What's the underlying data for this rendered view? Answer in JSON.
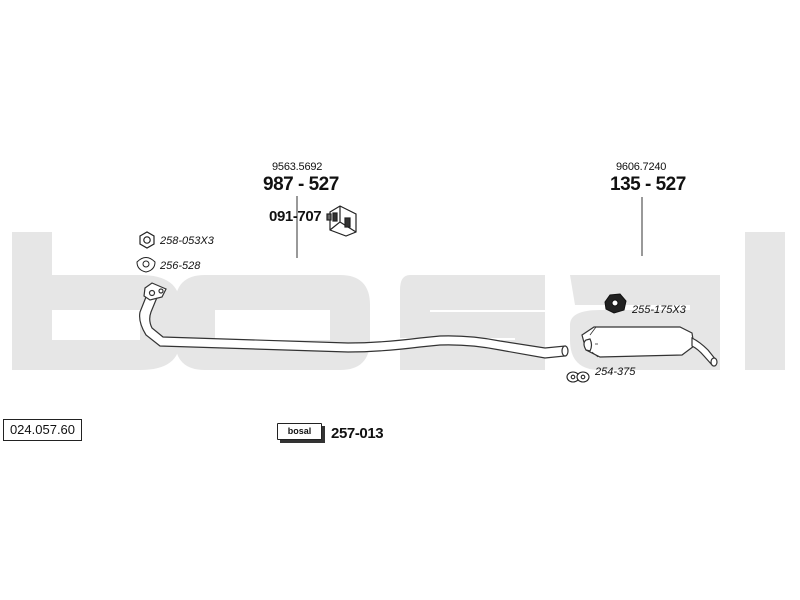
{
  "diagram_code": "024.057.60",
  "brand_watermark": "bosal",
  "badge_text": "bosal",
  "parts": {
    "middle_ref": "9563.5692",
    "middle_part": "987 - 527",
    "middle_bracket": "091-707",
    "rear_ref": "9606.7240",
    "rear_part": "135 - 527",
    "nut_front": "258-053X3",
    "gasket_front": "256-528",
    "nut_rear": "255-175X3",
    "clamp_rear": "254-375",
    "assembly_kit": "257-013"
  },
  "colors": {
    "watermark": "#e6e6e6",
    "line": "#333333"
  }
}
